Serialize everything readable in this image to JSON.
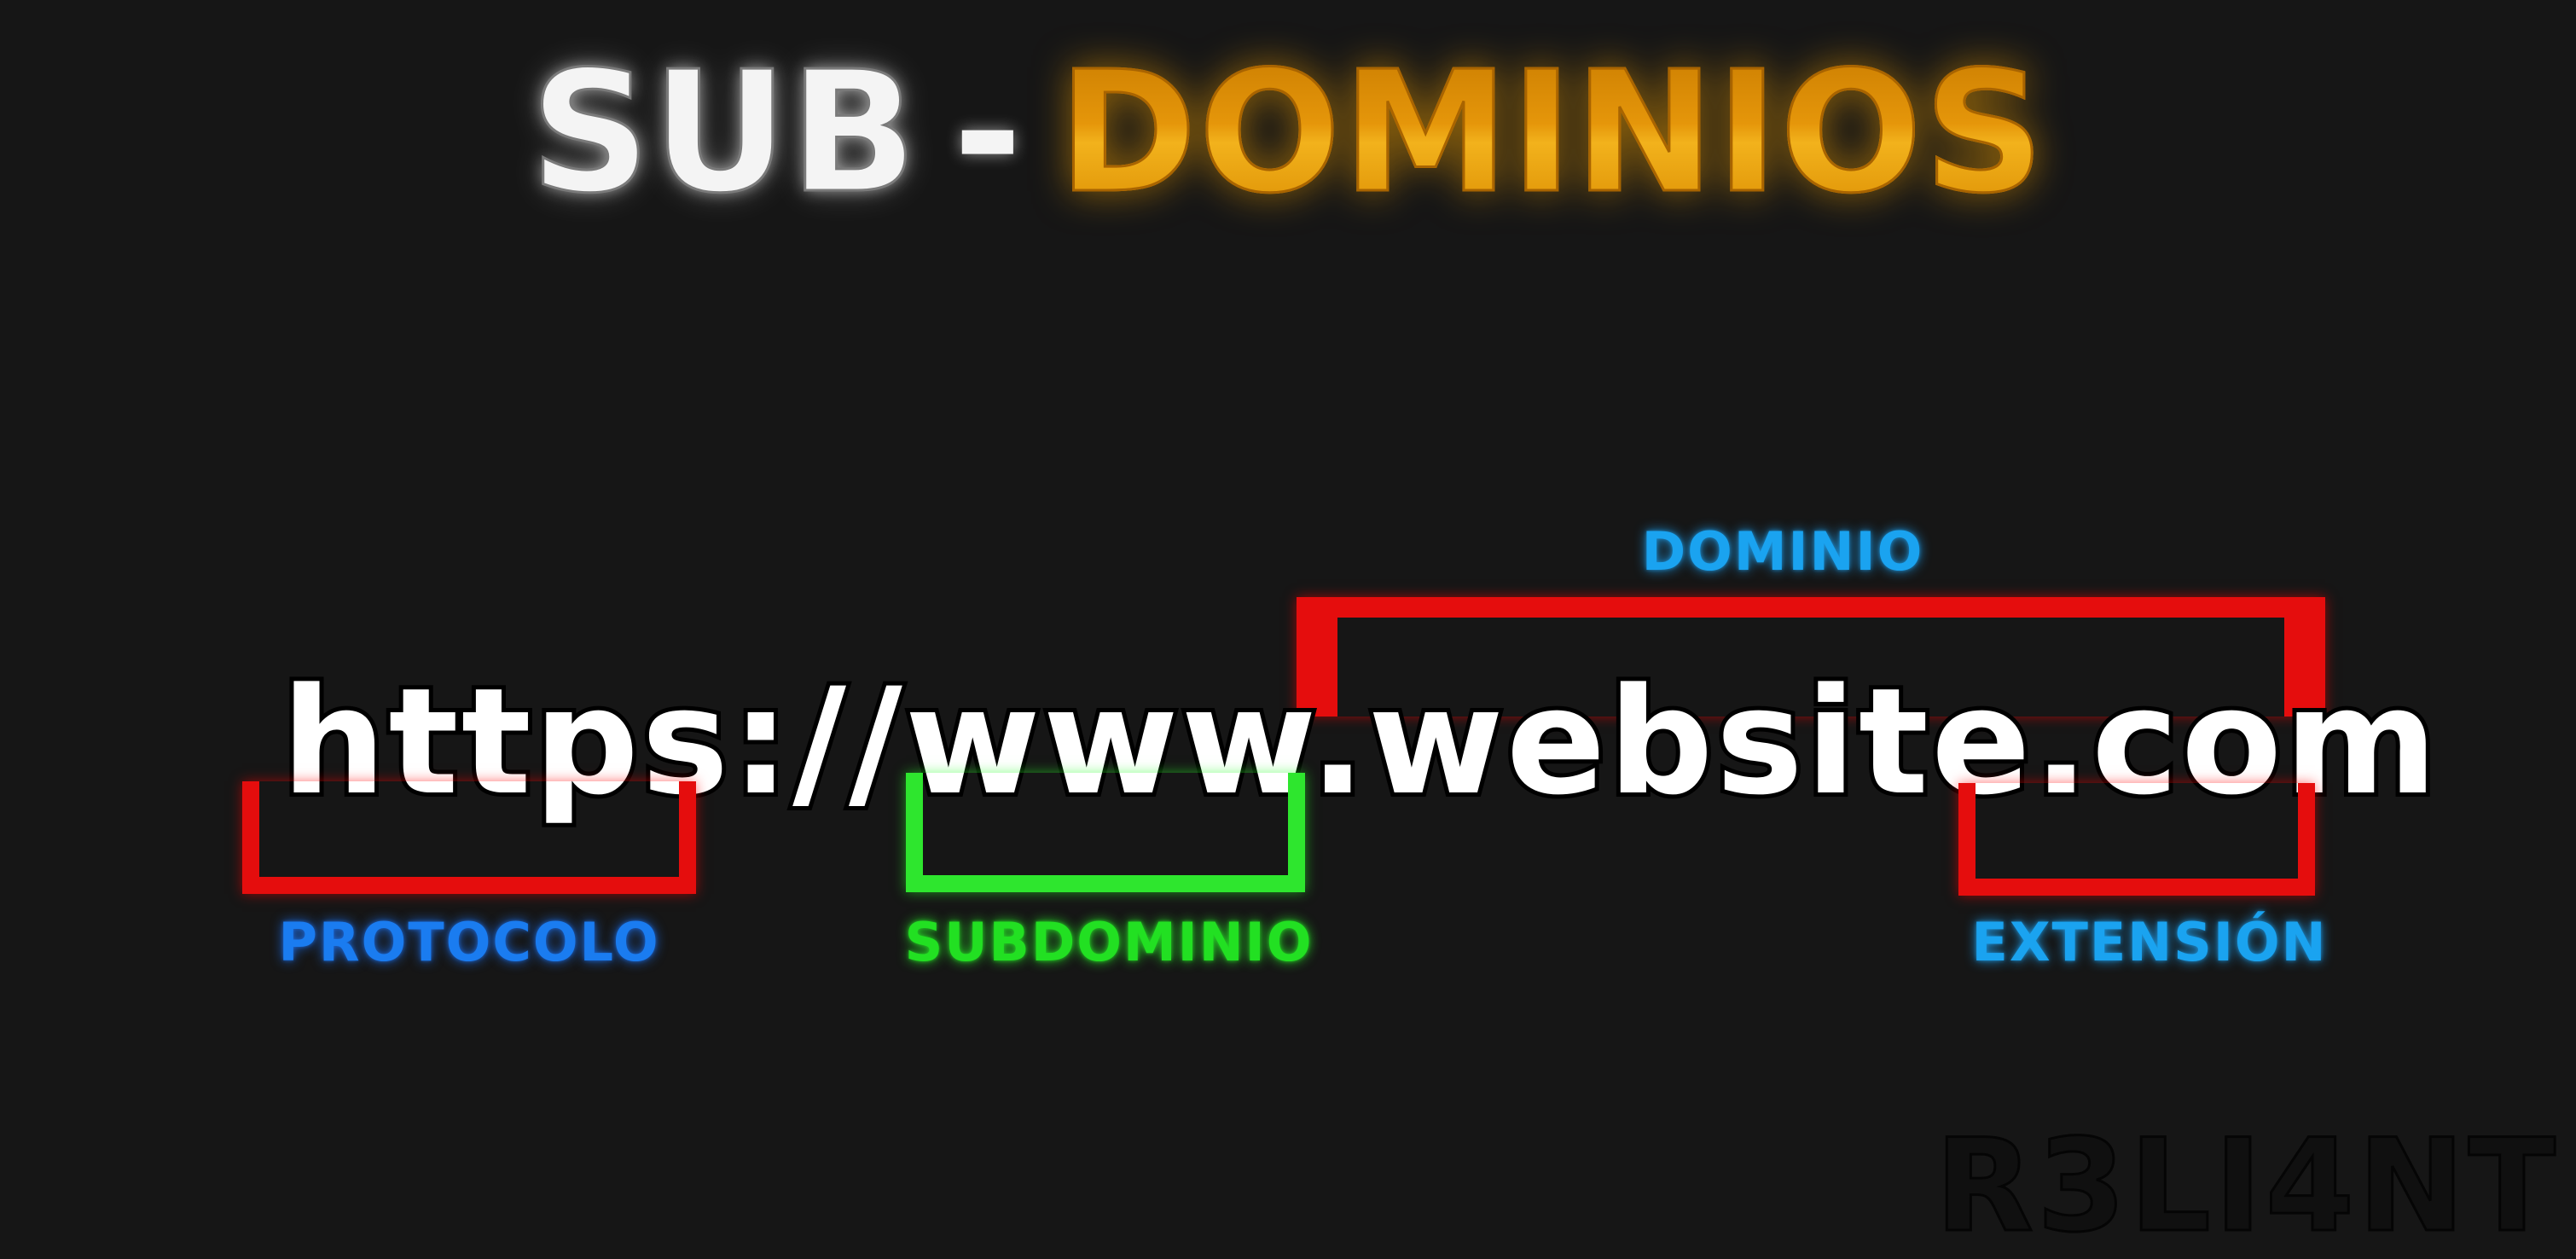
{
  "title": {
    "part1": "SUB",
    "separator": "-",
    "part2": "DOMINIOS"
  },
  "url": "https://www.website.com",
  "labels": {
    "dominio": "DOMINIO",
    "protocolo": "PROTOCOLO",
    "subdominio": "SUBDOMINIO",
    "extension": "EXTENSIÓN"
  },
  "watermark": "R3LI4NT",
  "colors": {
    "background": "#161616",
    "title_accent": "#f0a10b",
    "bracket_red": "#e50d0d",
    "bracket_green": "#2ee62e",
    "label_blue": "#1a7cf0",
    "label_cyan": "#1aa3f0",
    "label_green": "#22e022"
  }
}
